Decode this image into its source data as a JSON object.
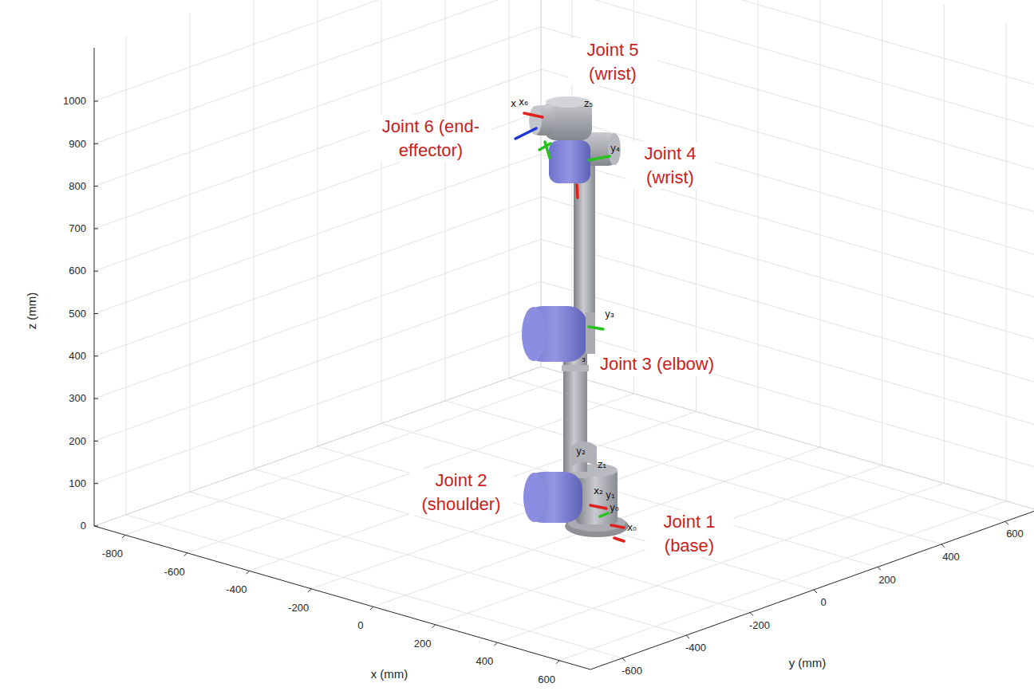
{
  "diagram": {
    "labels": [
      "Joint 5 (wrist)",
      "Joint 6 (end-effector)",
      "Joint 4 (wrist)",
      "Joint 3 (elbow)",
      "Joint 2 (shoulder)",
      "Joint 1 (base)",
      "z₅",
      "x",
      "x₆",
      "y₄",
      "y₃",
      "₃",
      "y₂",
      "z₁",
      "x₂",
      "y₁",
      "y₀",
      "x₀",
      "1000",
      "900",
      "800",
      "700",
      "600",
      "500",
      "400",
      "300",
      "200",
      "100",
      "0",
      "-800",
      "-600",
      "-400",
      "-200",
      "0",
      "200",
      "400",
      "600",
      "-600",
      "-400",
      "-200",
      "0",
      "200",
      "400",
      "600",
      "z (mm)",
      "x (mm)",
      "y (mm)"
    ]
  }
}
